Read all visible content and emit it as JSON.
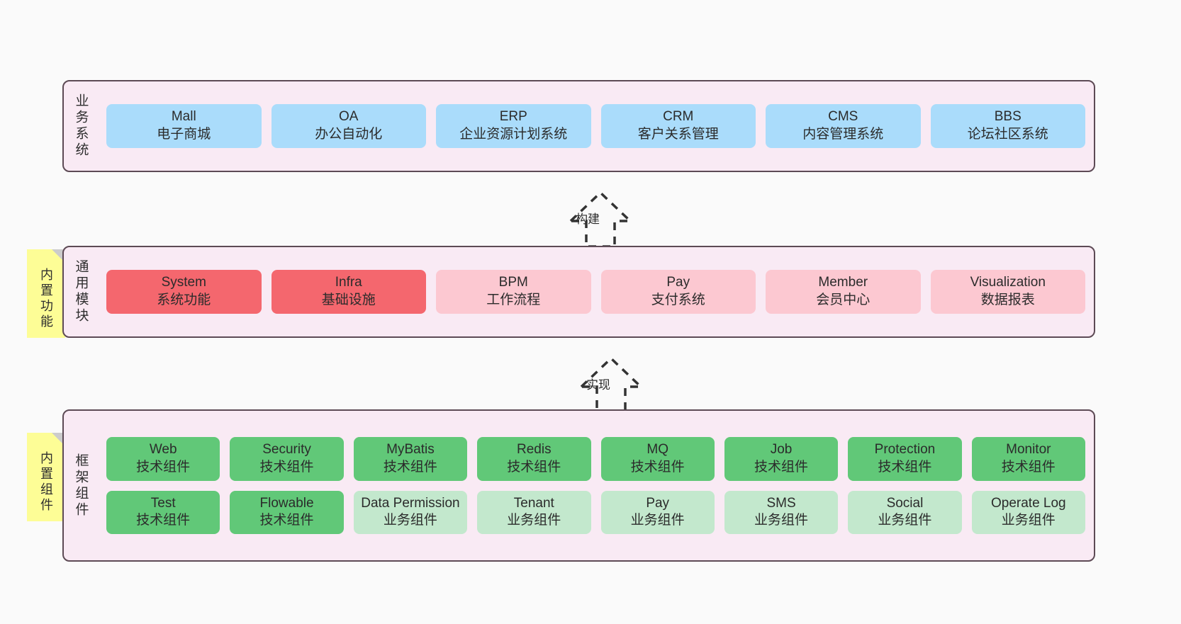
{
  "diagram": {
    "title": "yudao-cloud architecture layers",
    "background": "#fafafa",
    "colors": {
      "panel_fill": "#f9eaf4",
      "panel_border": "#5d4a55",
      "business": "#aadcfb",
      "module_core": "#f4676e",
      "module_optional": "#fcc8d1",
      "component_tech": "#61c878",
      "component_business": "#c3e8cd",
      "note_fill": "#fdfd96",
      "note_fold": "#cccccc"
    }
  },
  "layers": [
    {
      "id": "business-system",
      "title": "业务系统",
      "note": null,
      "rows": [
        {
          "style": "c-blue",
          "cells": [
            {
              "en": "Mall",
              "cn": "电子商城"
            },
            {
              "en": "OA",
              "cn": "办公自动化"
            },
            {
              "en": "ERP",
              "cn": "企业资源计划系统"
            },
            {
              "en": "CRM",
              "cn": "客户关系管理"
            },
            {
              "en": "CMS",
              "cn": "内容管理系统"
            },
            {
              "en": "BBS",
              "cn": "论坛社区系统"
            }
          ]
        }
      ]
    },
    {
      "id": "common-module",
      "title": "通用模块",
      "note": "内置功能",
      "rows": [
        {
          "style": "mixed",
          "cells": [
            {
              "en": "System",
              "cn": "系统功能",
              "style": "c-red"
            },
            {
              "en": "Infra",
              "cn": "基础设施",
              "style": "c-red"
            },
            {
              "en": "BPM",
              "cn": "工作流程",
              "style": "c-pink"
            },
            {
              "en": "Pay",
              "cn": "支付系统",
              "style": "c-pink"
            },
            {
              "en": "Member",
              "cn": "会员中心",
              "style": "c-pink"
            },
            {
              "en": "Visualization",
              "cn": "数据报表",
              "style": "c-pink"
            }
          ]
        }
      ]
    },
    {
      "id": "framework-component",
      "title": "框架组件",
      "note": "内置组件",
      "rows": [
        {
          "style": "c-green",
          "cells": [
            {
              "en": "Web",
              "cn": "技术组件",
              "style": "c-green"
            },
            {
              "en": "Security",
              "cn": "技术组件",
              "style": "c-green"
            },
            {
              "en": "MyBatis",
              "cn": "技术组件",
              "style": "c-green"
            },
            {
              "en": "Redis",
              "cn": "技术组件",
              "style": "c-green"
            },
            {
              "en": "MQ",
              "cn": "技术组件",
              "style": "c-green"
            },
            {
              "en": "Job",
              "cn": "技术组件",
              "style": "c-green"
            },
            {
              "en": "Protection",
              "cn": "技术组件",
              "style": "c-green"
            },
            {
              "en": "Monitor",
              "cn": "技术组件",
              "style": "c-green"
            }
          ]
        },
        {
          "style": "c-greenlight",
          "cells": [
            {
              "en": "Test",
              "cn": "技术组件",
              "style": "c-green"
            },
            {
              "en": "Flowable",
              "cn": "技术组件",
              "style": "c-green"
            },
            {
              "en": "Data Permission",
              "cn": "业务组件",
              "style": "c-greenlight"
            },
            {
              "en": "Tenant",
              "cn": "业务组件",
              "style": "c-greenlight"
            },
            {
              "en": "Pay",
              "cn": "业务组件",
              "style": "c-greenlight"
            },
            {
              "en": "SMS",
              "cn": "业务组件",
              "style": "c-greenlight"
            },
            {
              "en": "Social",
              "cn": "业务组件",
              "style": "c-greenlight"
            },
            {
              "en": "Operate Log",
              "cn": "业务组件",
              "style": "c-greenlight"
            }
          ]
        }
      ]
    }
  ],
  "connectors": [
    {
      "id": "build",
      "label": "构建",
      "from": "common-module",
      "to": "business-system"
    },
    {
      "id": "implement",
      "label": "实现",
      "from": "framework-component",
      "to": "common-module"
    }
  ]
}
